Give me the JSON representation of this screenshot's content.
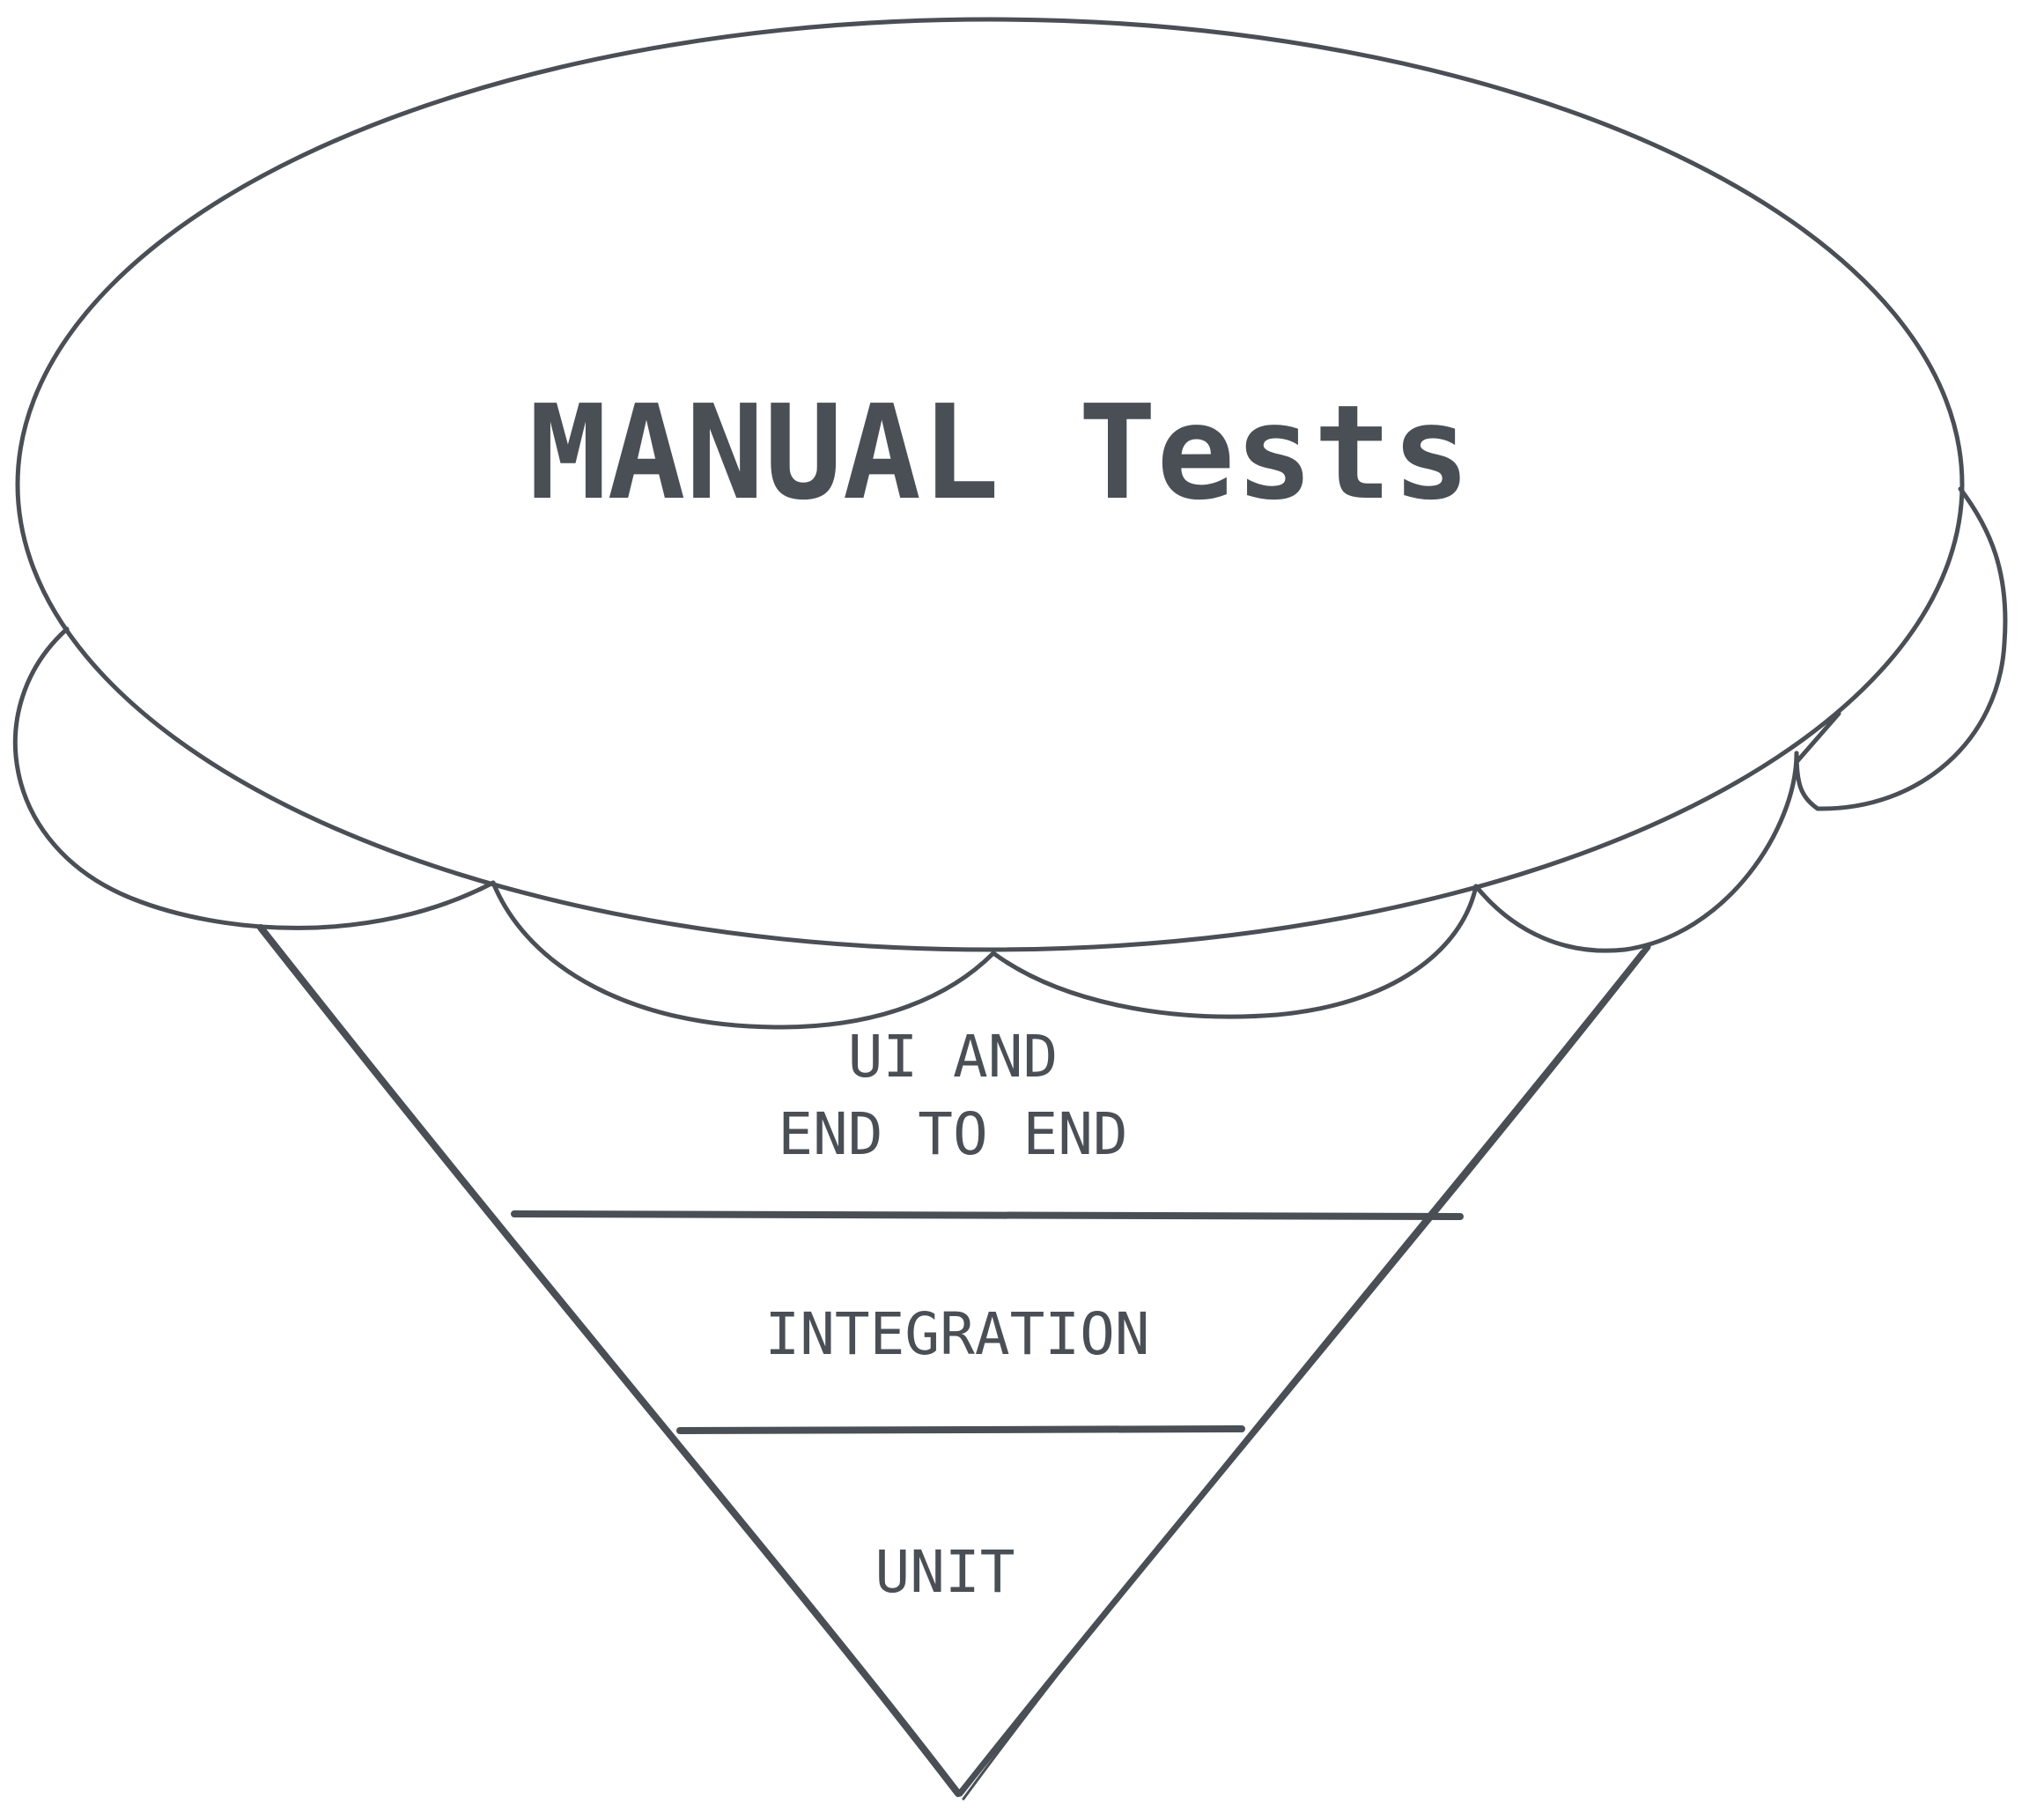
{
  "colors": {
    "ink": "#4a4f56",
    "background": "#ffffff"
  },
  "cloud": {
    "label": "MANUAL Tests"
  },
  "layers": [
    {
      "id": "ui-e2e",
      "lines": [
        "UI AND",
        "END TO END"
      ]
    },
    {
      "id": "integration",
      "lines": [
        "INTEGRATION"
      ]
    },
    {
      "id": "unit",
      "lines": [
        "UNIT"
      ]
    }
  ]
}
